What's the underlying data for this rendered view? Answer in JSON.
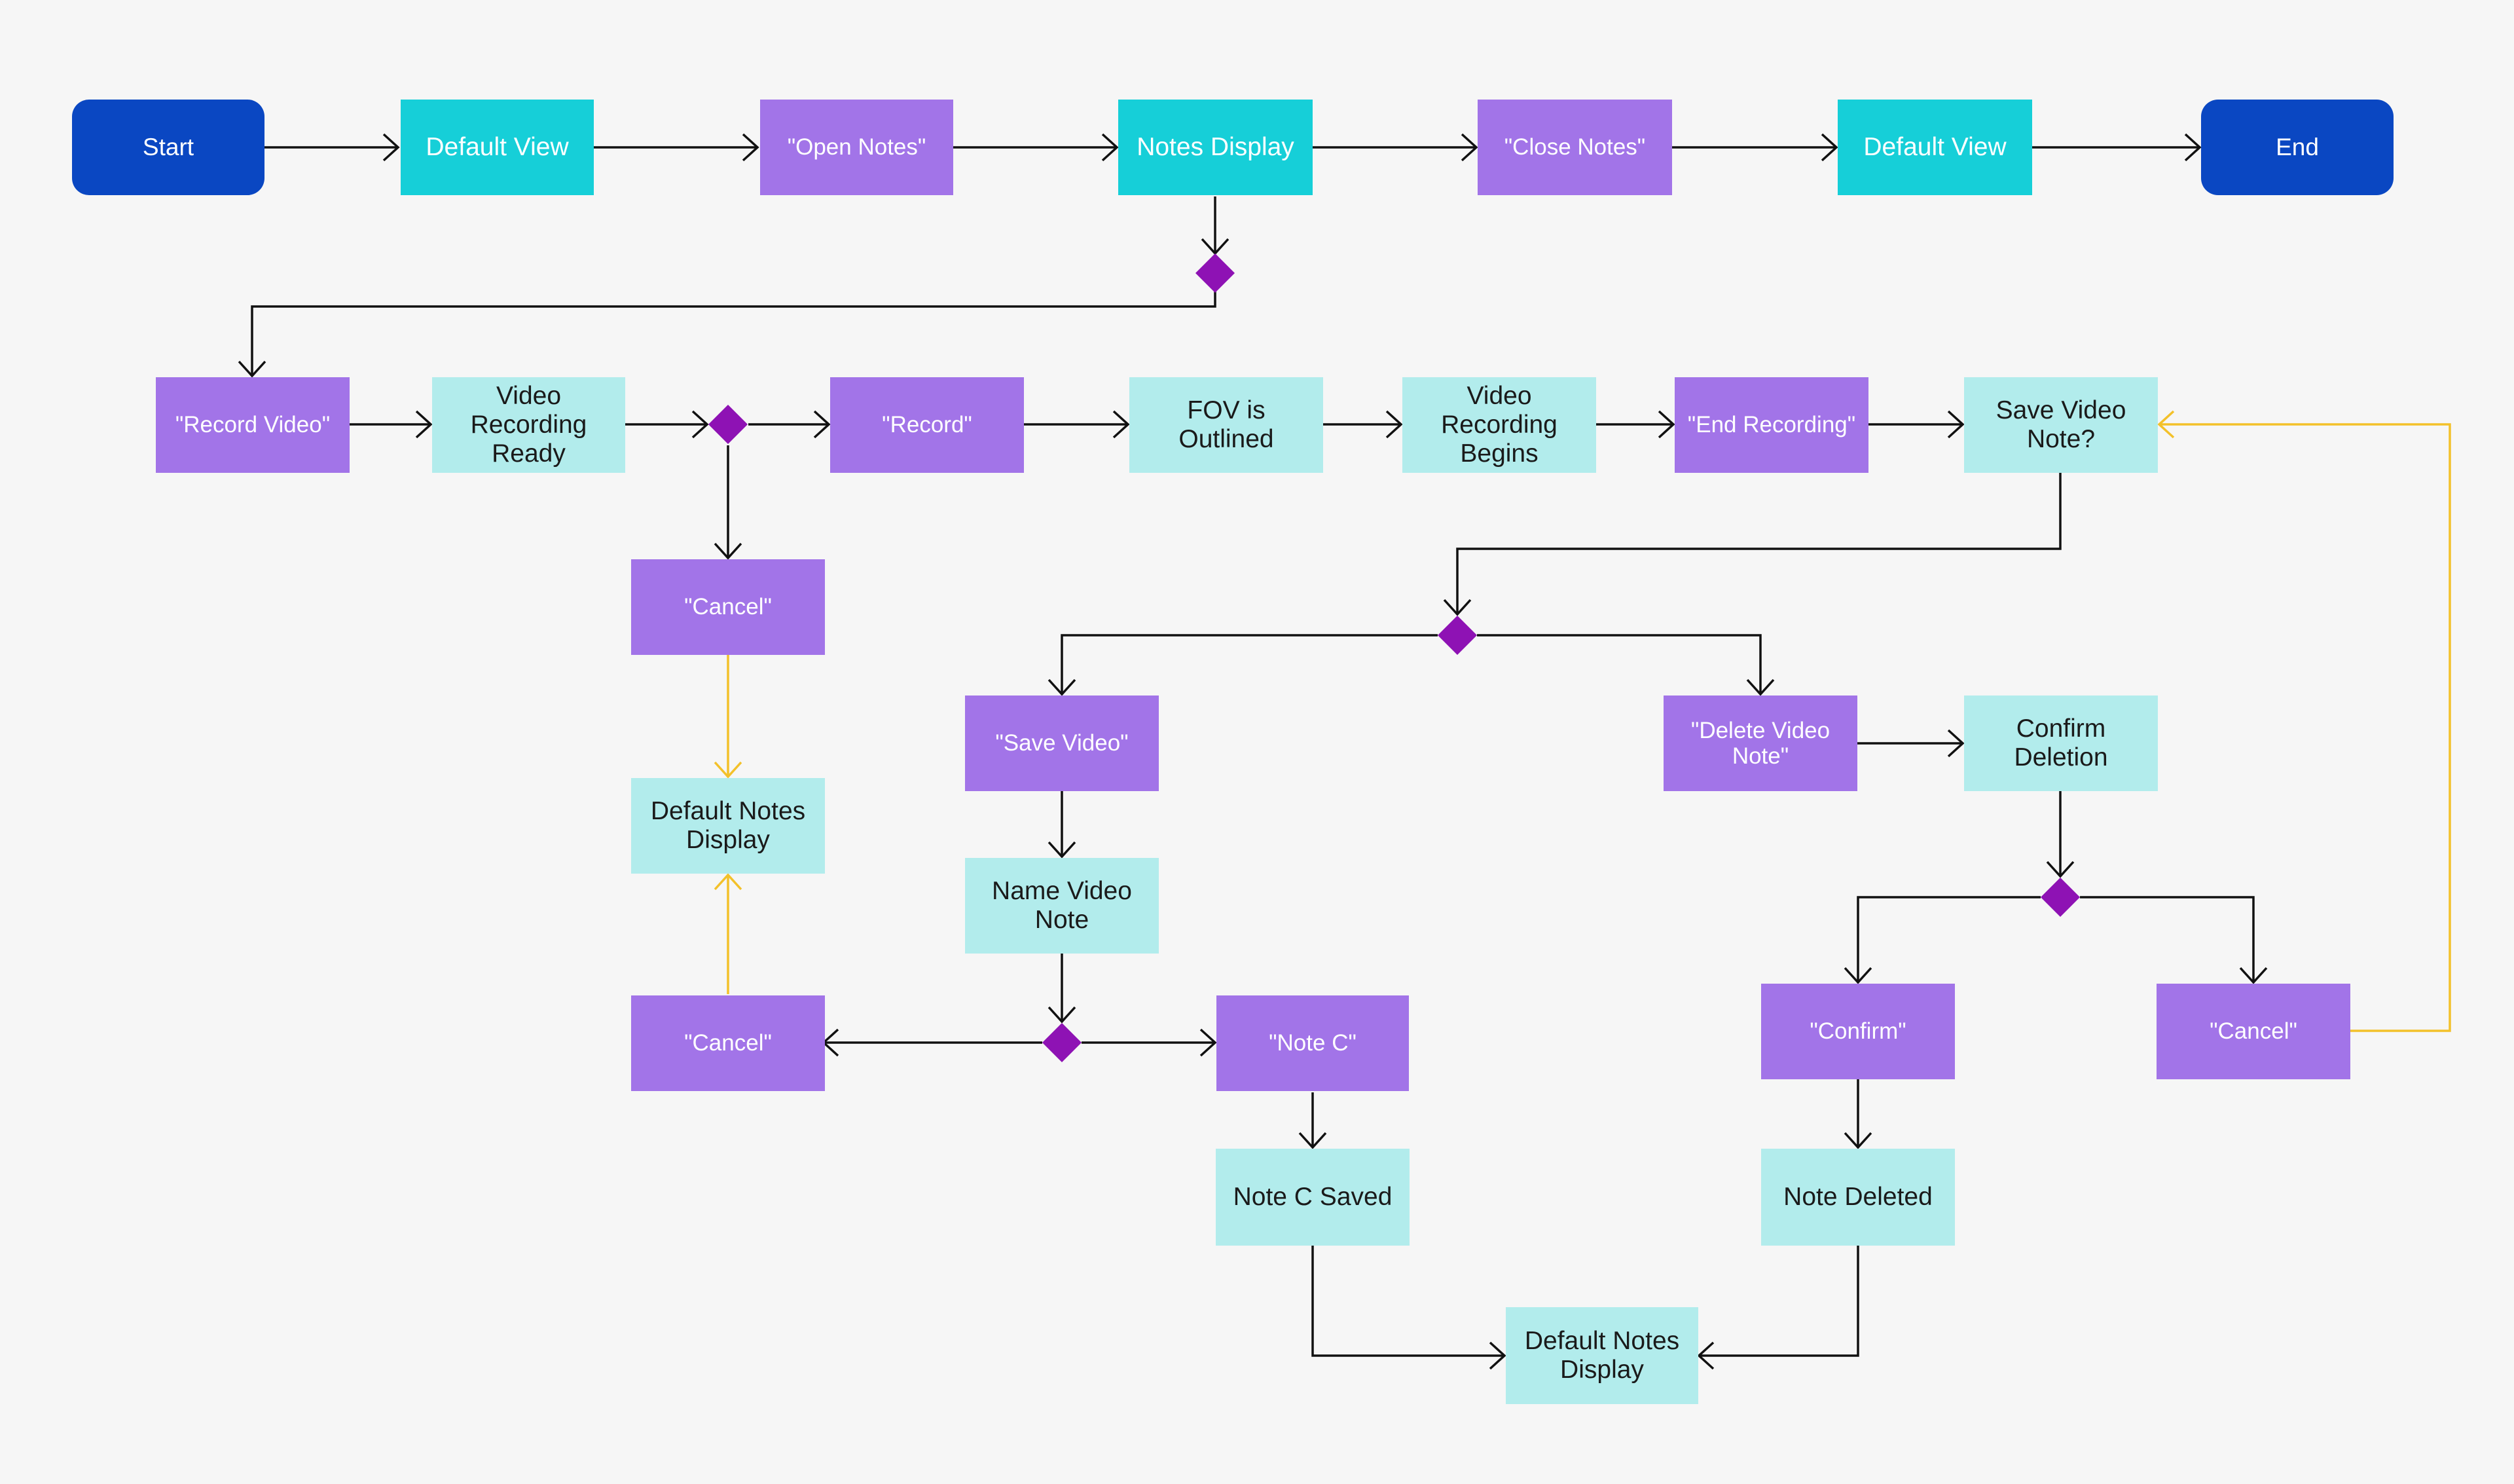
{
  "diagram": {
    "nodes": {
      "start": "Start",
      "default_view_1": "Default View",
      "open_notes": "\"Open Notes\"",
      "notes_display": "Notes Display",
      "close_notes": "\"Close Notes\"",
      "default_view_2": "Default View",
      "end": "End",
      "record_video": "\"Record Video\"",
      "video_recording_ready": "Video\nRecording\nReady",
      "record": "\"Record\"",
      "fov_outlined": "FOV is Outlined",
      "video_recording_begins": "Video\nRecording\nBegins",
      "end_recording": "\"End Recording\"",
      "save_video_note": "Save Video\nNote?",
      "cancel_1": "\"Cancel\"",
      "default_notes_display_1": "Default Notes\nDisplay",
      "cancel_2": "\"Cancel\"",
      "save_video": "\"Save Video\"",
      "name_video_note": "Name Video\nNote",
      "note_c": "\"Note C\"",
      "note_c_saved": "Note C Saved",
      "delete_video_note": "\"Delete Video\nNote\"",
      "confirm_deletion": "Confirm\nDeletion",
      "confirm": "\"Confirm\"",
      "cancel_3": "\"Cancel\"",
      "note_deleted": "Note Deleted",
      "default_notes_display_2": "Default Notes\nDisplay"
    },
    "colors": {
      "background": "#f6f6f6",
      "terminal": "#0a47c2",
      "screen": "#16cfd8",
      "action": "#a274e8",
      "state": "#b2ecec",
      "decision": "#8e12b4",
      "connector": "#111111",
      "cancel_connector": "#f3c12a"
    }
  }
}
